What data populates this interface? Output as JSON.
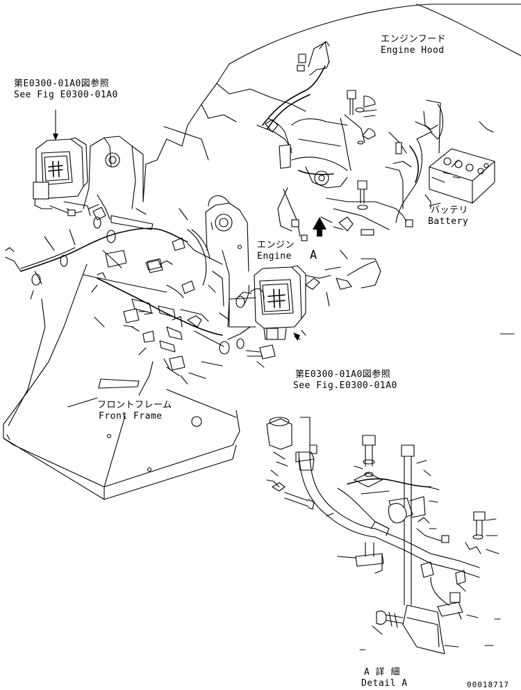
{
  "labels": {
    "engine_hood_jp": "エンジンフード",
    "engine_hood_en": "Engine Hood",
    "ref_top_jp": "第E0300-01A0図参照",
    "ref_top_en": "See Fig E0300-01A0",
    "battery_jp": "バッテリ",
    "battery_en": "Battery",
    "engine_jp": "エンジン",
    "engine_en": "Engine",
    "view_letter": "A",
    "ref_mid_jp": "第E0300-01A0図参照",
    "ref_mid_en": "See Fig.E0300-01A0",
    "front_frame_jp": "フロントフレーム",
    "front_frame_en": "Front Frame",
    "detail_jp": "A 詳 細",
    "detail_en": "Detail A",
    "drawing_number": "00018717"
  }
}
